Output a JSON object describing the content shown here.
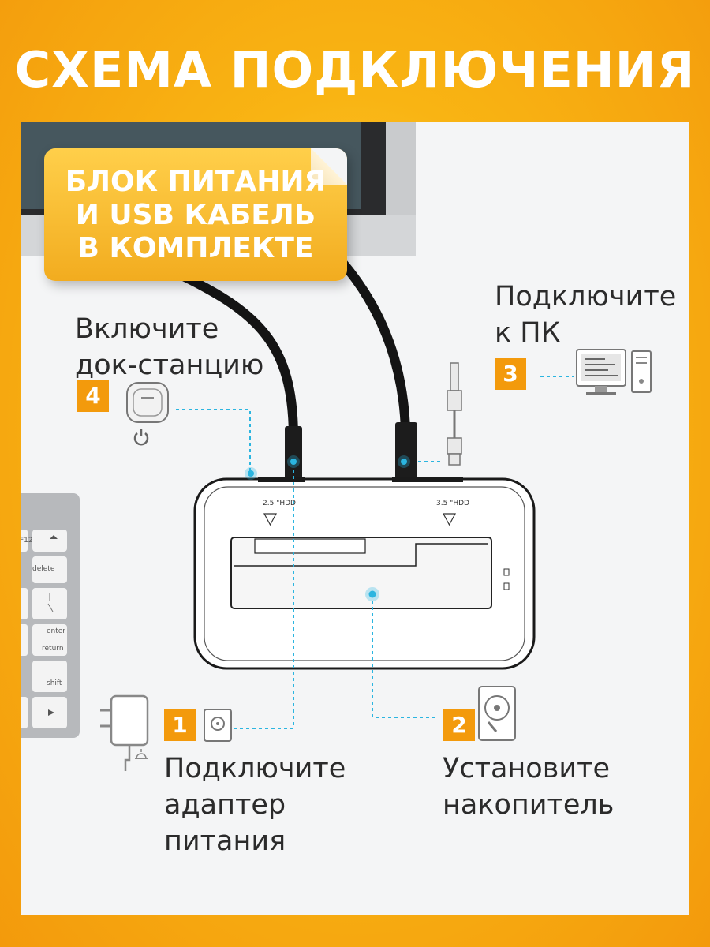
{
  "title": "СХЕМА ПОДКЛЮЧЕНИЯ",
  "badge": {
    "lines": [
      "БЛОК ПИТАНИЯ",
      "И USB КАБЕЛЬ",
      "В КОМПЛЕКТЕ"
    ]
  },
  "steps": [
    {
      "number": "1",
      "lines": [
        "Подключите",
        "адаптер",
        "питания"
      ],
      "icon": "hdd-icon"
    },
    {
      "number": "2",
      "lines": [
        "Установите",
        "накопитель"
      ],
      "icon": "hard-disk-icon"
    },
    {
      "number": "3",
      "lines": [
        "Подключите",
        "к ПК"
      ],
      "icon": "computer-icon"
    },
    {
      "number": "4",
      "lines": [
        "Включите",
        "док-станцию"
      ],
      "icon": "power-button-icon"
    }
  ],
  "dock": {
    "slot_left_label": "2.5 \"HDD",
    "slot_right_label": "3.5 \"HDD"
  },
  "keyboard": {
    "keys": [
      "F12",
      "delete",
      "enter",
      "return",
      "shift"
    ]
  },
  "colors": {
    "accent": "#f39a0c",
    "connector_dot": "#2bb5e0",
    "text": "#2b2b2b"
  }
}
